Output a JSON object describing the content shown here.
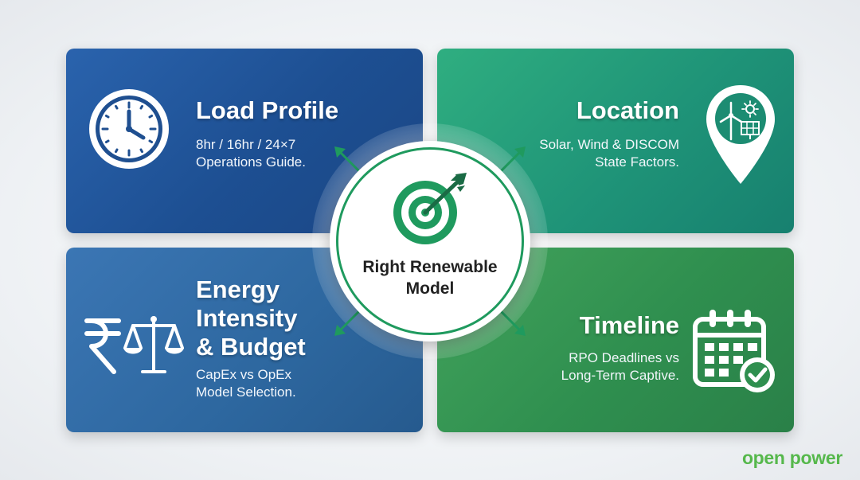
{
  "cards": {
    "load_profile": {
      "title": "Load Profile",
      "desc_line1": "8hr / 16hr / 24×7",
      "desc_line2": "Operations Guide."
    },
    "location": {
      "title": "Location",
      "desc_line1": "Solar, Wind & DISCOM",
      "desc_line2": "State Factors."
    },
    "energy_budget": {
      "title_line1": "Energy",
      "title_line2": "Intensity",
      "title_line3": "& Budget",
      "desc_line1": "CapEx vs OpEx",
      "desc_line2": "Model Selection."
    },
    "timeline": {
      "title": "Timeline",
      "desc_line1": "RPO Deadlines vs",
      "desc_line2": "Long-Term Captive."
    }
  },
  "center": {
    "line1": "Right Renewable",
    "line2": "Model"
  },
  "brand": {
    "text": "open power"
  },
  "icons": [
    "clock-icon",
    "map-pin-solar-wind-icon",
    "rupee-scale-icon",
    "calendar-check-icon",
    "target-arrow-icon"
  ],
  "colors": {
    "accent_green": "#1f9a5e",
    "brand_green": "#56b84c",
    "blue": "#1d4f92",
    "teal": "#1f9478"
  }
}
